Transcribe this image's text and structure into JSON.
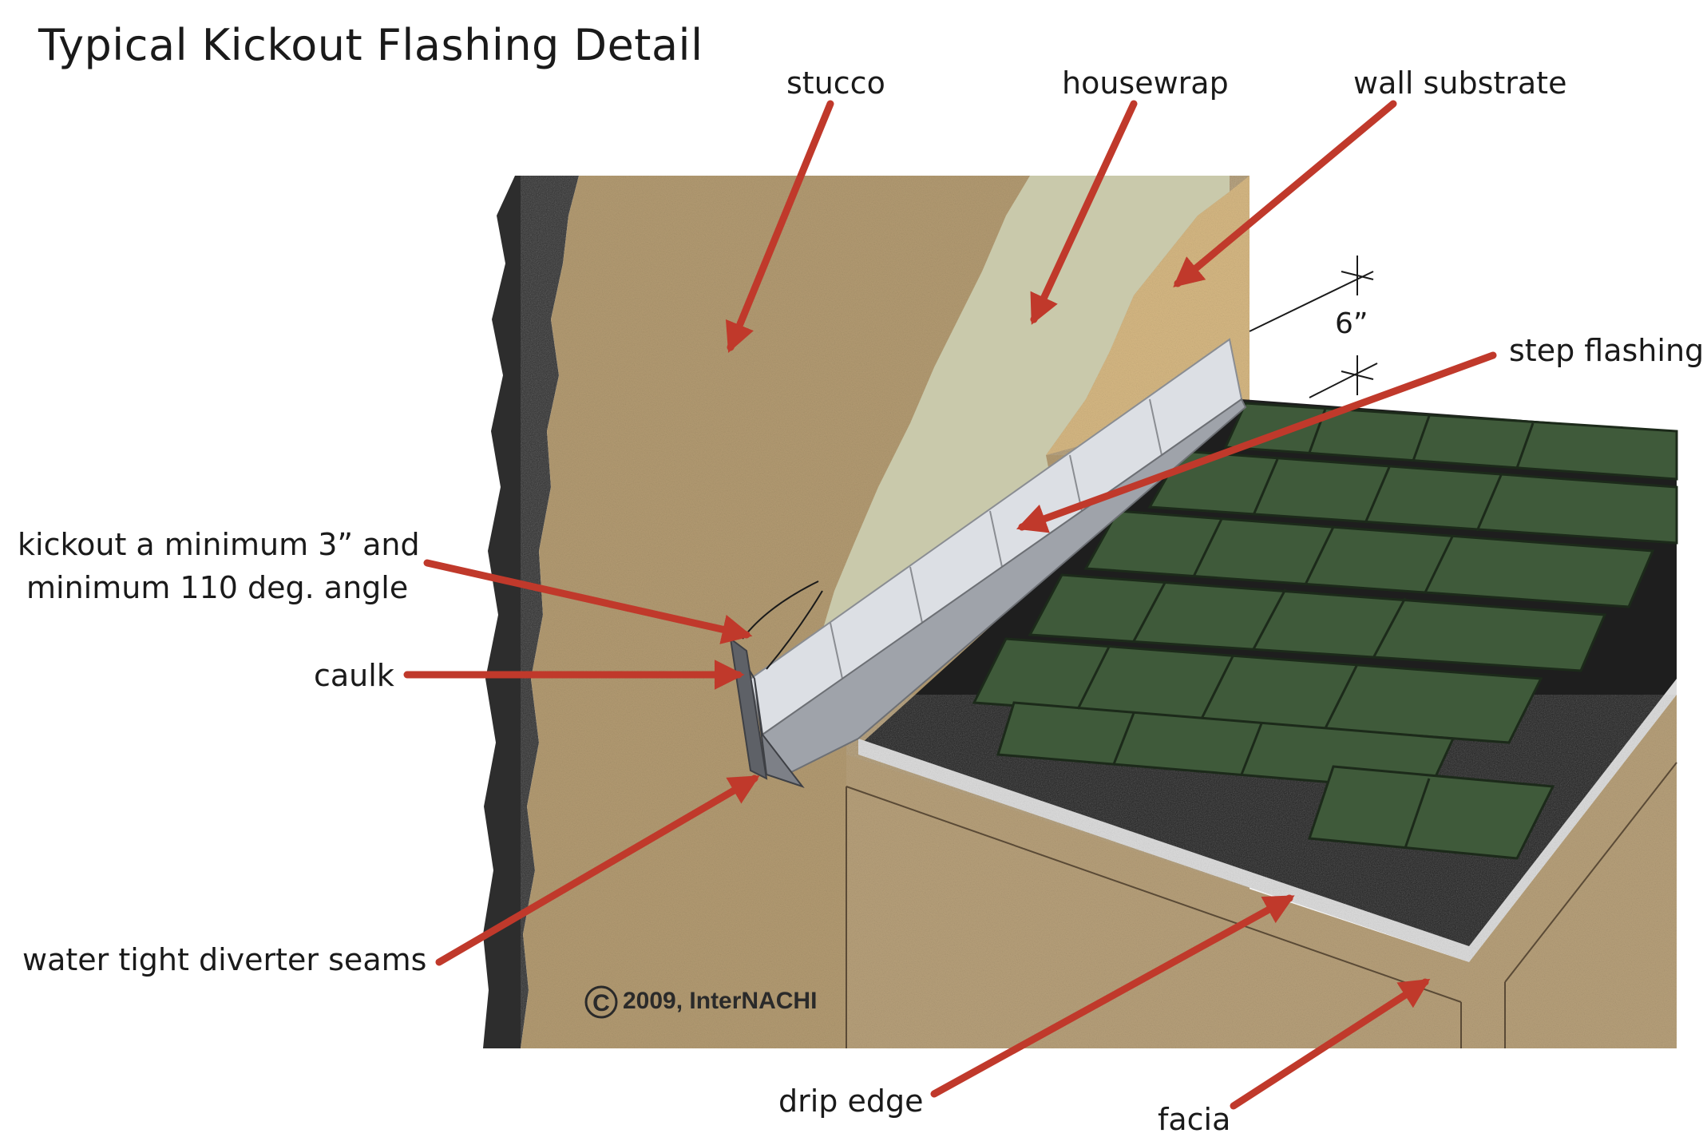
{
  "title": "Typical Kickout Flashing Detail",
  "labels": {
    "stucco": "stucco",
    "housewrap": "housewrap",
    "wall_substrate": "wall substrate",
    "step_flashing": "step flashing",
    "kickout_line1": "kickout a minimum 3” and",
    "kickout_line2": "minimum 110 deg. angle",
    "caulk": "caulk",
    "diverter_seams": "water tight diverter seams",
    "drip_edge": "drip edge",
    "facia": "facia"
  },
  "dimension": "6”",
  "copyright": "2009, InterNACHI",
  "colors": {
    "stucco": "#b39b72",
    "housewrap": "#c9c9ab",
    "substrate": "#d6b883",
    "flashing": "#dcdfe4",
    "shingle": "#3f5a3a",
    "underlayment": "#1e1e1e",
    "arrow": "#c0392b",
    "wall_edge": "#2d2d2d"
  }
}
